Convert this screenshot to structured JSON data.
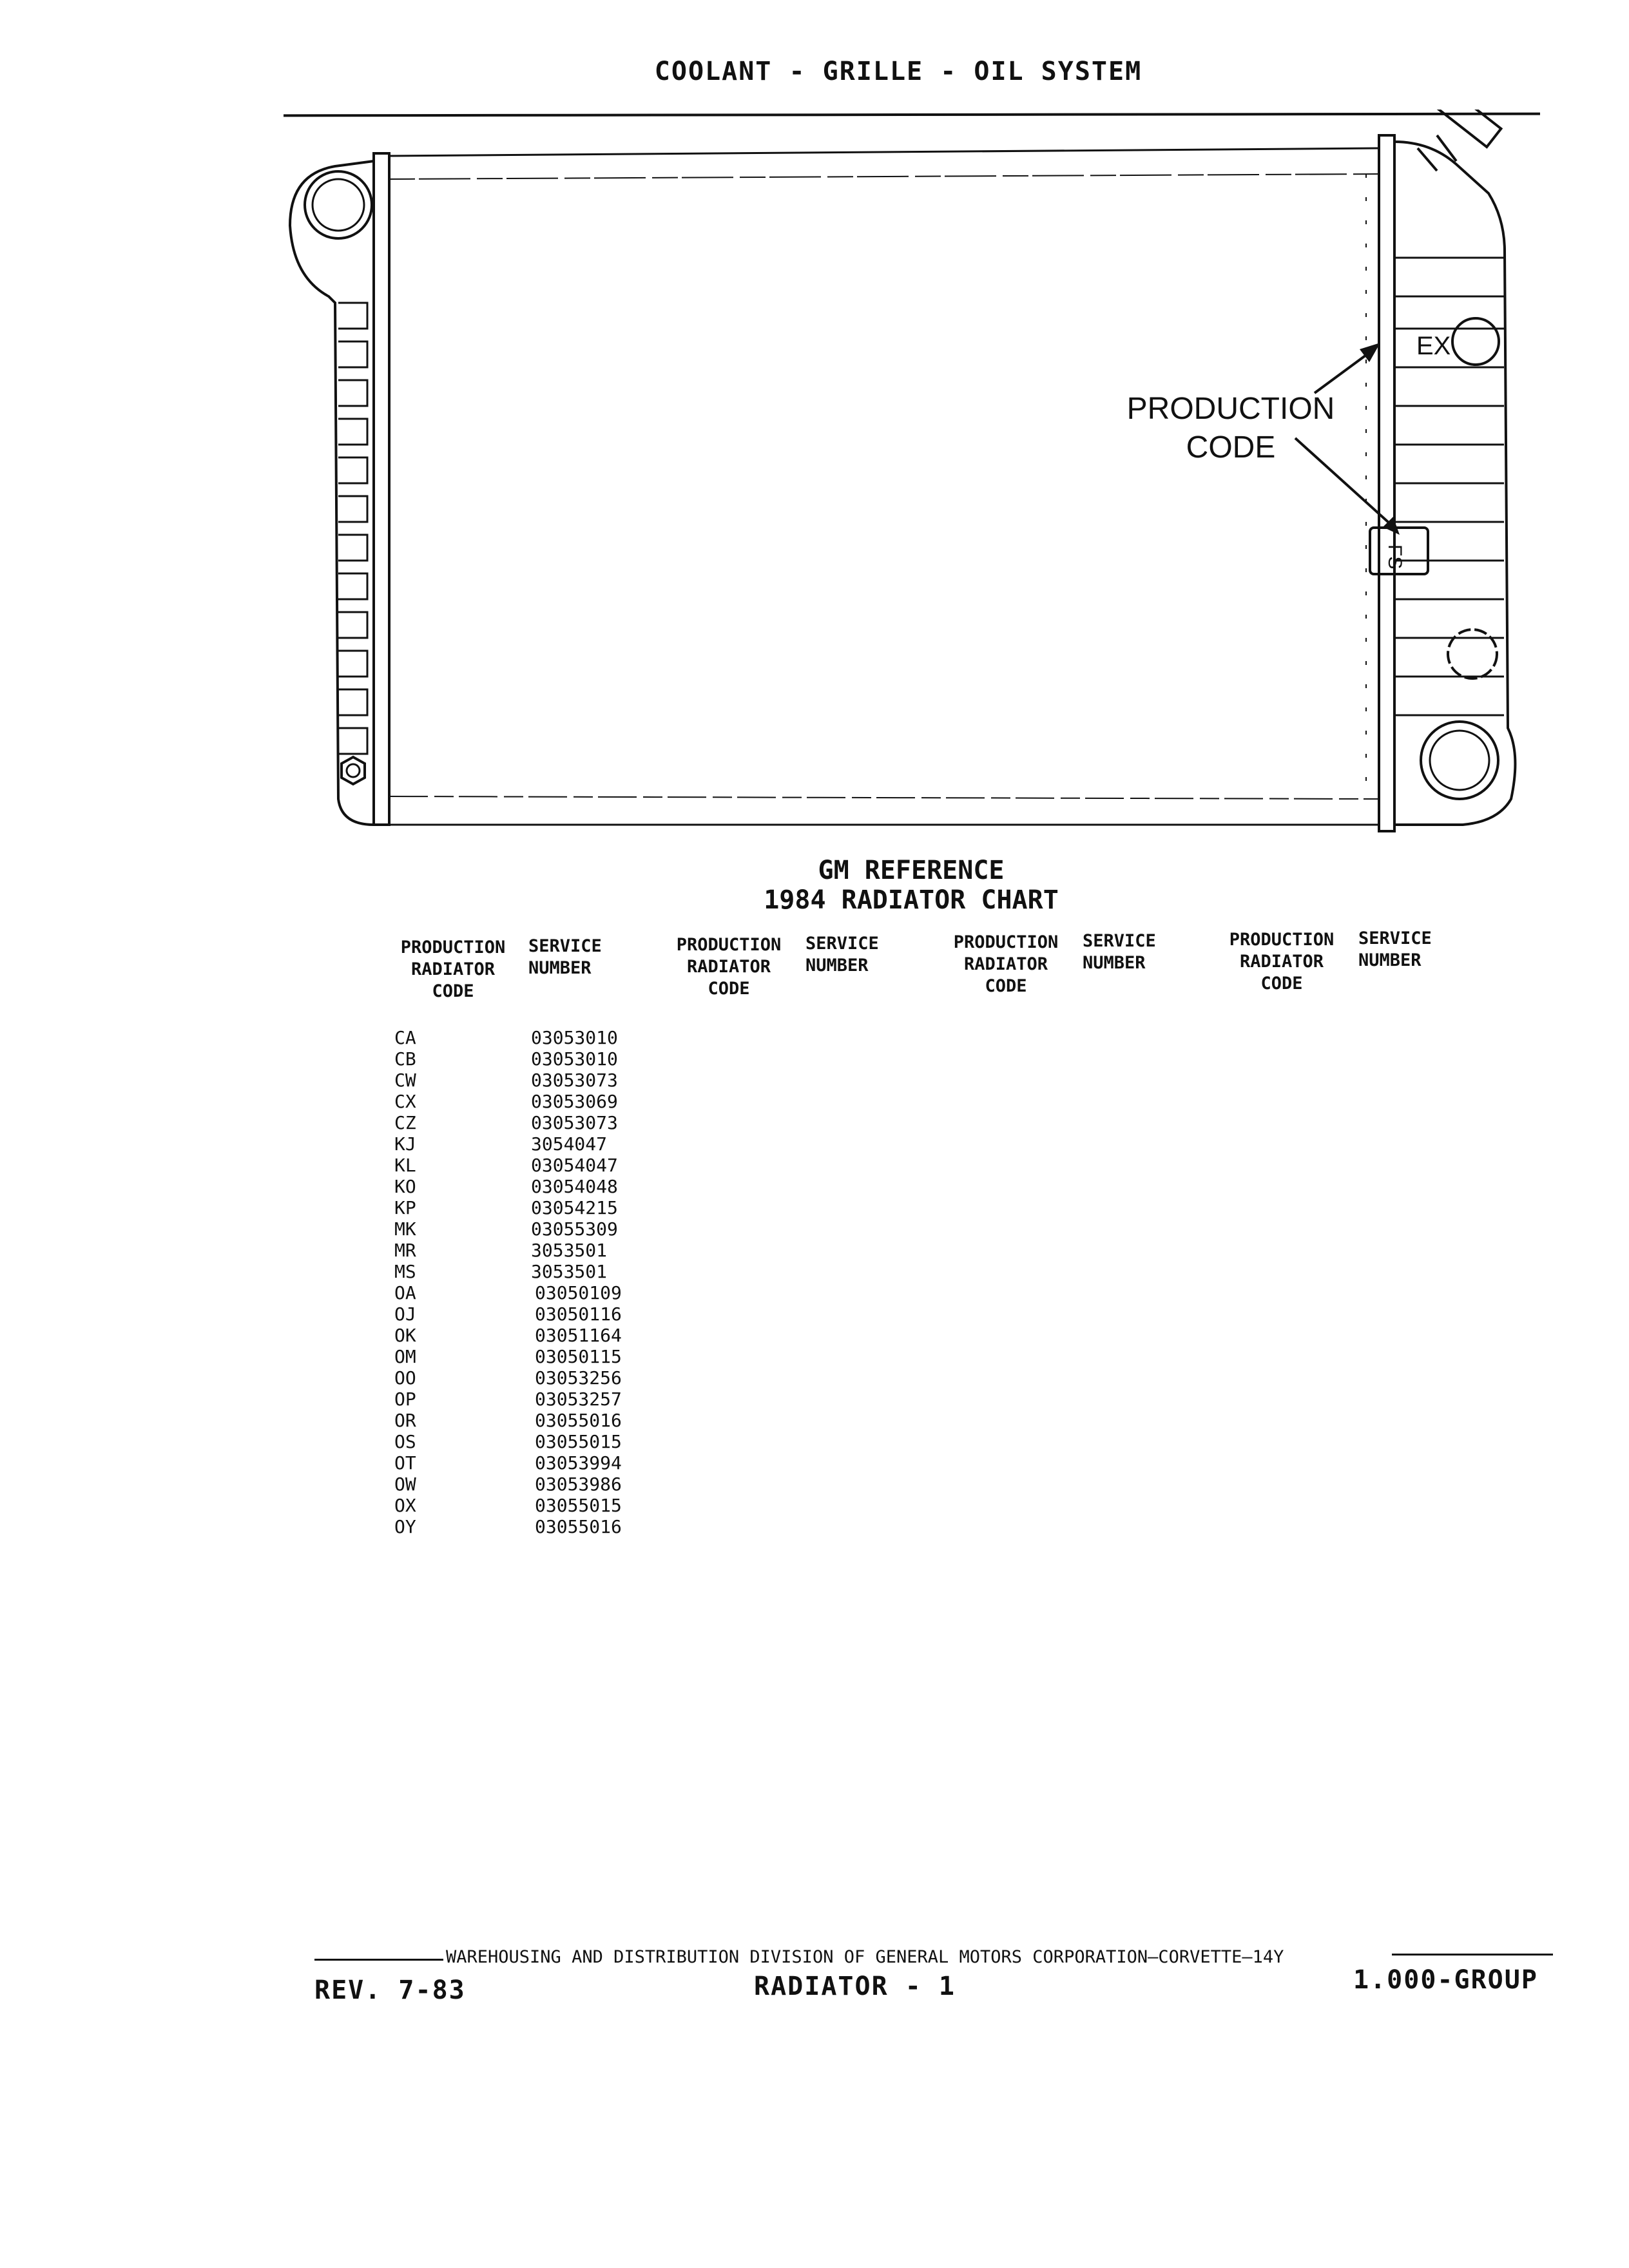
{
  "header": {
    "title": "COOLANT - GRILLE - OIL SYSTEM"
  },
  "diagram": {
    "callout_line1": "PRODUCTION",
    "callout_line2": "CODE",
    "ex_label": "EX",
    "tag_text": "FS"
  },
  "chart": {
    "title_line1": "GM REFERENCE",
    "title_line2": "1984 RADIATOR CHART",
    "col_code_header": "PRODUCTION\nRADIATOR\nCODE",
    "col_service_header": "SERVICE\nNUMBER",
    "rows": [
      {
        "code": "CA",
        "service": "03053010"
      },
      {
        "code": "CB",
        "service": "03053010"
      },
      {
        "code": "CW",
        "service": "03053073"
      },
      {
        "code": "CX",
        "service": "03053069"
      },
      {
        "code": "CZ",
        "service": "03053073"
      },
      {
        "code": "KJ",
        "service": "3054047"
      },
      {
        "code": "KL",
        "service": "03054047"
      },
      {
        "code": "KO",
        "service": "03054048"
      },
      {
        "code": "KP",
        "service": "03054215"
      },
      {
        "code": "MK",
        "service": "03055309"
      },
      {
        "code": "MR",
        "service": "3053501"
      },
      {
        "code": "MS",
        "service": "3053501"
      },
      {
        "code": "OA",
        "service": "03050109"
      },
      {
        "code": "OJ",
        "service": "03050116"
      },
      {
        "code": "OK",
        "service": "03051164"
      },
      {
        "code": "OM",
        "service": "03050115"
      },
      {
        "code": "OO",
        "service": "03053256"
      },
      {
        "code": "OP",
        "service": "03053257"
      },
      {
        "code": "OR",
        "service": "03055016"
      },
      {
        "code": "OS",
        "service": "03055015"
      },
      {
        "code": "OT",
        "service": "03053994"
      },
      {
        "code": "OW",
        "service": "03053986"
      },
      {
        "code": "OX",
        "service": "03055015"
      },
      {
        "code": "OY",
        "service": "03055016"
      }
    ]
  },
  "footer": {
    "division_line": "WAREHOUSING AND DISTRIBUTION DIVISION OF GENERAL MOTORS CORPORATION—CORVETTE—14Y",
    "rev": "REV. 7-83",
    "page": "RADIATOR - 1",
    "group": "1.000-GROUP"
  }
}
